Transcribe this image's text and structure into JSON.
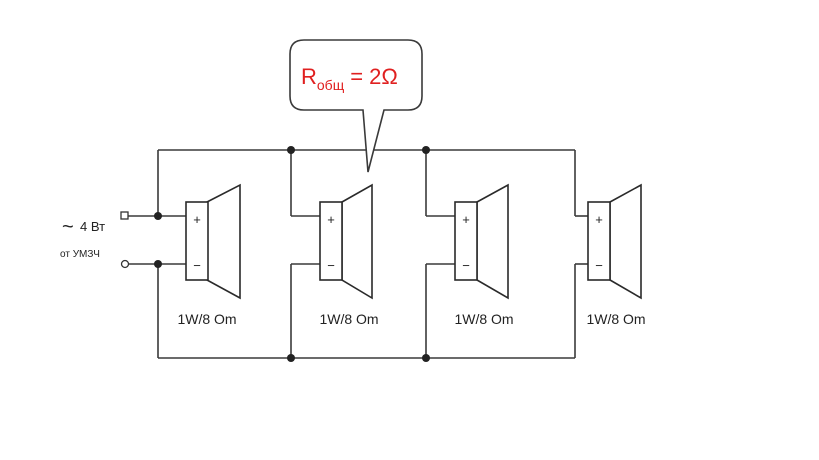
{
  "callout": {
    "symbol": "R",
    "subscript": "общ",
    "value": "= 2Ω",
    "color": "#e02020"
  },
  "input": {
    "tilde": "~",
    "power": "4 Вт",
    "source": "от УМЗЧ"
  },
  "speakers": [
    {
      "plus": "+",
      "minus": "−",
      "rating": "1W/8 Om"
    },
    {
      "plus": "+",
      "minus": "−",
      "rating": "1W/8 Om"
    },
    {
      "plus": "+",
      "minus": "−",
      "rating": "1W/8 Om"
    },
    {
      "plus": "+",
      "minus": "−",
      "rating": "1W/8 Om"
    }
  ]
}
